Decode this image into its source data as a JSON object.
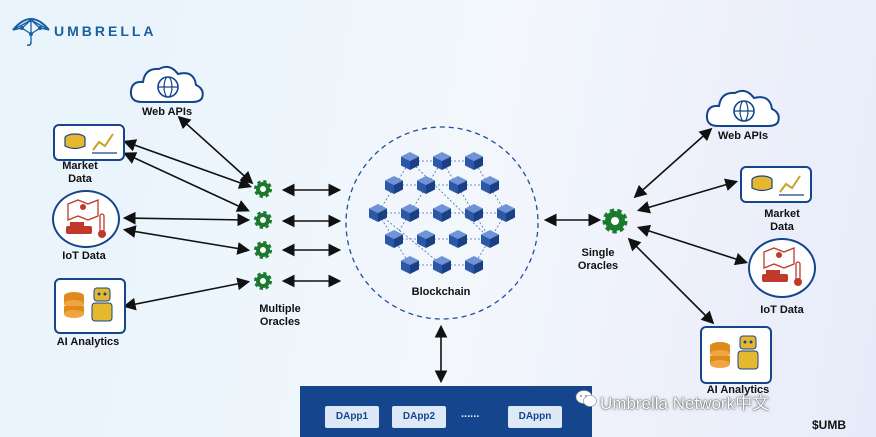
{
  "brand": {
    "name": "UMBRELLA",
    "ticker": "$UMB"
  },
  "left_sources": {
    "web_apis": "Web APIs",
    "market_data": [
      "Market",
      "Data"
    ],
    "iot_data": "IoT Data",
    "ai_analytics": "AI Analytics"
  },
  "multiple_oracles": [
    "Multiple",
    "Oracles"
  ],
  "blockchain": "Blockchain",
  "single_oracles": [
    "Single",
    "Oracles"
  ],
  "right_sources": {
    "web_apis": "Web APIs",
    "market_data": [
      "Market",
      "Data"
    ],
    "iot_data": "IoT Data",
    "ai_analytics": "AI Analytics"
  },
  "dapps": [
    "DApp1",
    "DApp2",
    "DAppn"
  ],
  "dapps_ellipsis": "......",
  "watermark": "Umbrella Network中文",
  "colors": {
    "primary": "#15458c",
    "gear": "#1a7a2e",
    "accent": "#c9a227",
    "red": "#c0392b"
  }
}
